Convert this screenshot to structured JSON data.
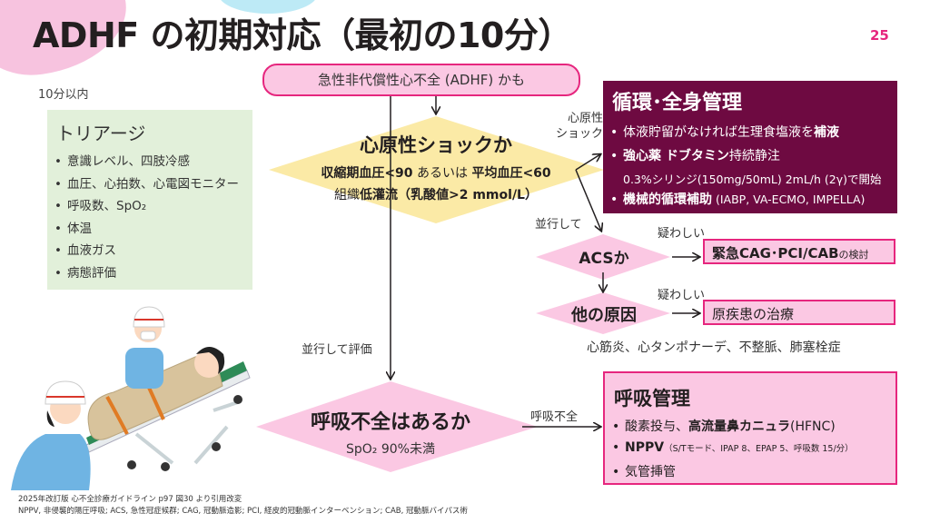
{
  "slide": {
    "title": "ADHF の初期対応（最初の10分）",
    "page_number": "25",
    "within_label": "10分以内"
  },
  "triage": {
    "heading": "トリアージ",
    "items": [
      "意識レベル、四肢冷感",
      "血圧、心拍数、心電図モニター",
      "呼吸数、SpO₂",
      "体温",
      "血液ガス",
      "病態評価"
    ]
  },
  "flow": {
    "start": "急性非代償性心不全 (ADHF) かも",
    "shock": {
      "title": "心原性ショックか",
      "line1_parts": [
        "収縮期血圧",
        "<90",
        " あるいは ",
        "平均血圧",
        "<60"
      ],
      "line2_parts": [
        "組織",
        "低灌流（乳酸値>2 mmol/L）"
      ]
    },
    "label_shock": [
      "心原性",
      "ショック"
    ],
    "label_parallel": "並行して",
    "label_parallel_eval": "並行して評価",
    "acs": "ACSか",
    "acs_suspect": "疑わしい",
    "acs_action_bold": "緊急CAG･PCI/CAB",
    "acs_action_small": "の検討",
    "other": "他の原因",
    "other_suspect": "疑わしい",
    "other_action": "原疾患の治療",
    "other_causes": "心筋炎、心タンポナーデ、不整脈、肺塞栓症",
    "resp": {
      "title": "呼吸不全はあるか",
      "sub": "SpO₂ 90%未満"
    },
    "label_resp_failure": "呼吸不全"
  },
  "circulation": {
    "heading": "循環･全身管理",
    "item1_plain": "体液貯留がなければ生理食塩液を",
    "item1_bold": "補液",
    "item2_bold": "強心薬 ドブタミン",
    "item2_plain": "持続静注",
    "item2_detail": "0.3%シリンジ(150mg/50mL) 2mL/h (2γ)で開始",
    "item3_bold": "機械的循環補助",
    "item3_plain": " (IABP, VA-ECMO, IMPELLA)"
  },
  "respiratory": {
    "heading": "呼吸管理",
    "item1_a": "酸素投与、",
    "item1_bold": "高流量鼻カニュラ",
    "item1_b": "(HFNC)",
    "item2_bold": "NPPV",
    "item2_small": "（S/Tモード、IPAP 8、EPAP 5、呼吸数 15/分）",
    "item3": "気管挿管"
  },
  "illustration": {
    "name": "stretcher-transport-illustration"
  },
  "footnotes": {
    "source": "2025年改訂版 心不全診療ガイドライン p97 図30 より引用改変",
    "abbreviations": "NPPV, 非侵襲的陽圧呼吸; ACS, 急性冠症候群; CAG, 冠動脈造影; PCI, 経皮的冠動脈インターベンション; CAB, 冠動脈バイパス術"
  },
  "colors": {
    "accent_pink": "#e6267e",
    "pink_fill": "#fbc8e3",
    "yellow_fill": "#fbeaa6",
    "wine": "#6e0a41",
    "triage_green": "#e2f0da"
  }
}
